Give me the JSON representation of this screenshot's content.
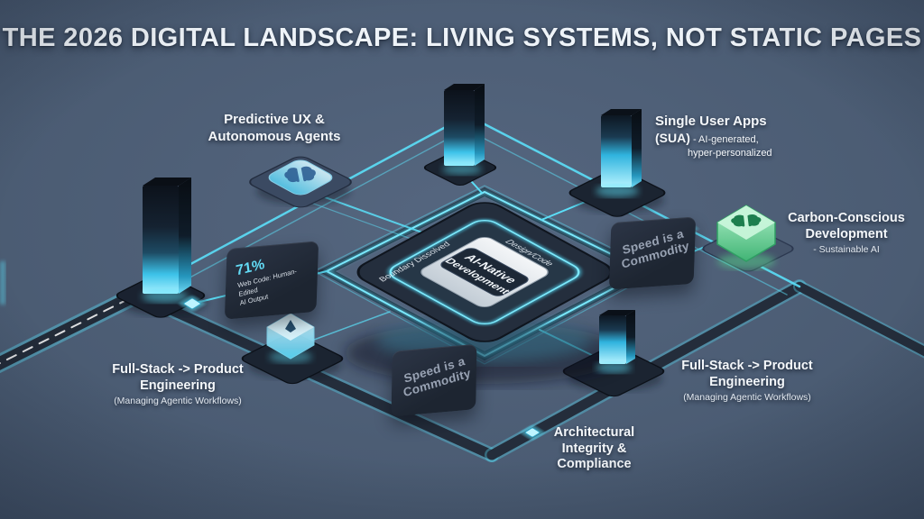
{
  "title": "THE 2026 DIGITAL LANDSCAPE: LIVING SYSTEMS, NOT STATIC PAGES",
  "chip": {
    "line1": "AI-Native",
    "line2": "Development",
    "edge_left": "Boundary Dissolved",
    "edge_right": "Design/Code"
  },
  "labels": {
    "predictive_ux": "Predictive UX &\nAutonomous Agents",
    "sua_title": "Single User Apps",
    "sua_abbr": "(SUA)",
    "sua_gen": " - AI-generated,",
    "sua_personalized": "hyper-personalized",
    "carbon_title": "Carbon-Conscious\nDevelopment",
    "carbon_sub": "- Sustainable AI",
    "fullstack_title": "Full-Stack -> Product\nEngineering",
    "fullstack_sub": "(Managing Agentic Workflows)",
    "architecture": "Architectural\nIntegrity &\nCompliance"
  },
  "panels": {
    "stat_value": "71%",
    "stat_caption": "Web Code: Human-Edited\nAI Output",
    "speed": "Speed is a\nCommodity"
  },
  "icons": {
    "predictive_ux": "brain-icon",
    "carbon_conscious": "brain-leaf-icon",
    "bottom_left_cube": "spark-icon"
  },
  "colors": {
    "background": "#4a5b72",
    "accent_cyan": "#5bdff8",
    "accent_green": "#5fd38c",
    "panel_dark": "#232b38",
    "text_light": "#f4f7fa"
  }
}
